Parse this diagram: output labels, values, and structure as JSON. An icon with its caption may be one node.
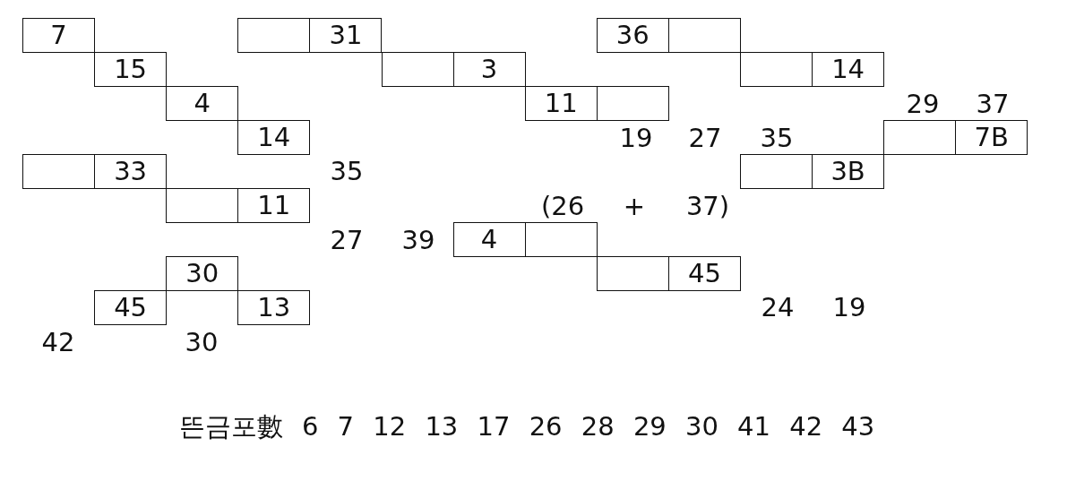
{
  "diagram": {
    "nodes": [
      {
        "text": [
          "7"
        ]
      },
      {
        "text": [],
        "shape": "box"
      },
      {
        "text": [
          "31"
        ]
      },
      {
        "text": [
          "36"
        ]
      },
      {
        "text": [],
        "shape": "box"
      },
      {
        "text": [
          "15"
        ]
      },
      {
        "text": [],
        "shape": "box"
      },
      {
        "text": [
          "3"
        ]
      },
      {
        "text": [],
        "shape": "box"
      },
      {
        "text": [
          "14"
        ]
      },
      {
        "text": [
          "4"
        ]
      },
      {
        "text": [
          "11"
        ]
      },
      {
        "text": [],
        "shape": "box"
      },
      {
        "text": [
          "14"
        ]
      },
      {
        "text": [],
        "shape": "box"
      },
      {
        "text": [
          "7B"
        ]
      },
      {
        "text": [],
        "shape": "box"
      },
      {
        "text": [
          "33"
        ]
      },
      {
        "text": [],
        "shape": "box"
      },
      {
        "text": [
          "3B"
        ]
      },
      {
        "text": [],
        "shape": "box"
      },
      {
        "text": [
          "11"
        ]
      },
      {
        "text": [
          "4"
        ]
      },
      {
        "text": [],
        "shape": "box"
      },
      {
        "text": [
          "30"
        ]
      },
      {
        "text": [],
        "shape": "box"
      },
      {
        "text": [
          "45"
        ]
      },
      {
        "text": [
          "45"
        ]
      },
      {
        "text": [
          "13"
        ]
      }
    ],
    "edges": [],
    "labels": [
      "29",
      "37",
      "19",
      "27",
      "35",
      "35",
      "(26",
      "+",
      "37)",
      "27",
      "39",
      "24",
      "19",
      "42",
      "30",
      "뜬금포數 6 7 12 13 17 26 28 29 30 41 42 43"
    ]
  }
}
